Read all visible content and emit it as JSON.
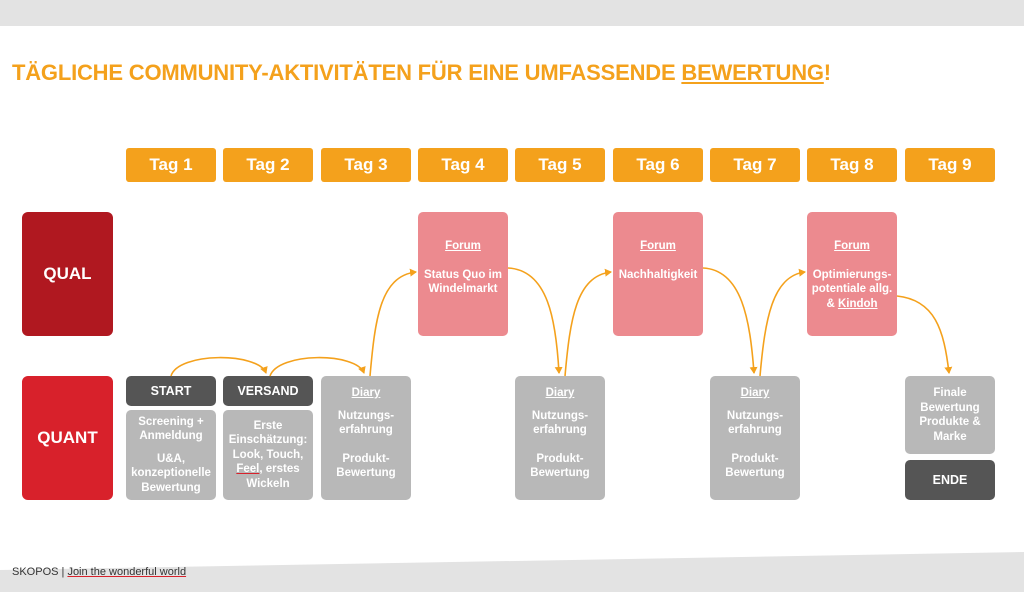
{
  "title": {
    "main": "TÄGLICHE COMMUNITY-AKTIVITÄTEN FÜR EINE UMFASSENDE ",
    "emphasis": "BEWERTUNG",
    "suffix": "!"
  },
  "days": [
    "Tag 1",
    "Tag 2",
    "Tag 3",
    "Tag 4",
    "Tag 5",
    "Tag 6",
    "Tag 7",
    "Tag 8",
    "Tag 9"
  ],
  "rows": {
    "qual": "QUAL",
    "quant": "QUANT"
  },
  "forums": [
    {
      "title": "Forum",
      "line1": "Status Quo im",
      "line2": "Windelmarkt",
      "line3": ""
    },
    {
      "title": "Forum",
      "line1": "Nachhaltigkeit",
      "line2": "",
      "line3": ""
    },
    {
      "title": "Forum",
      "line1": "Optimierungs-",
      "line2": "potentiale allg.",
      "line3_prefix": "& ",
      "line3": "Kindoh"
    }
  ],
  "diary": {
    "title": "Diary",
    "line1": "Nutzungs-",
    "line2": "erfahrung",
    "line3": "Produkt-",
    "line4": "Bewertung"
  },
  "start": {
    "header": "START",
    "line1": "Screening +",
    "line2": "Anmeldung",
    "line3": "U&A,",
    "line4": "konzeptionelle",
    "line5": "Bewertung"
  },
  "versand": {
    "header": "VERSAND",
    "line1": "Erste",
    "line2": "Einschätzung:",
    "line3": "Look, Touch,",
    "line4a": "Feel",
    "line4b": ", erstes",
    "line5": "Wickeln"
  },
  "final": {
    "line1": "Finale",
    "line2": "Bewertung",
    "line3": "Produkte &",
    "line4": "Marke",
    "end": "ENDE"
  },
  "footer": {
    "brand": "SKOPOS | ",
    "link": "Join the wonderful world"
  },
  "colors": {
    "accent": "#f4a11c",
    "qual": "#b01820",
    "quant": "#d8212b",
    "forum": "#ec8a8f",
    "grey": "#b8b8b8",
    "dark": "#555555"
  }
}
